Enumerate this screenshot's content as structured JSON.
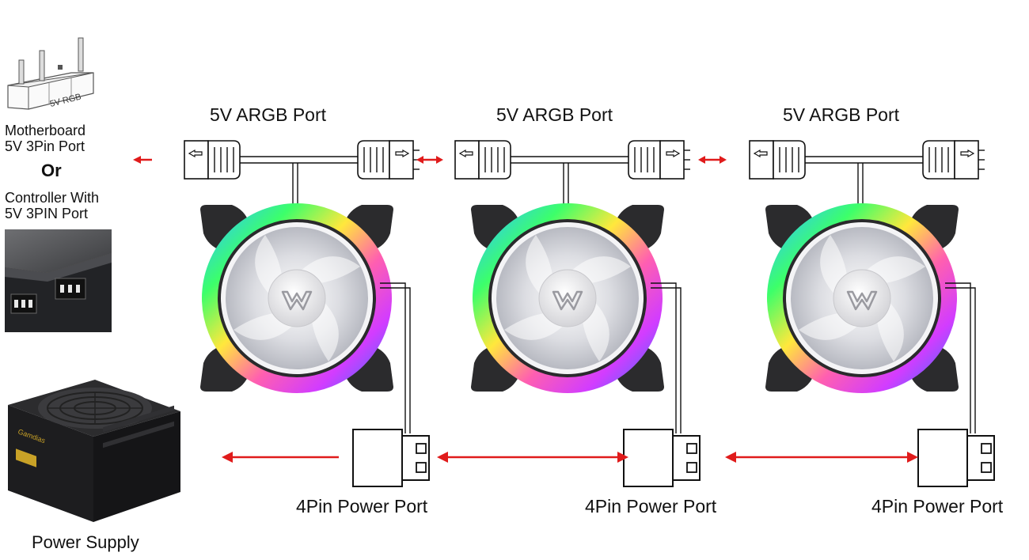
{
  "left_panel": {
    "header_silk": "5V RGB",
    "motherboard_line1": "Motherboard",
    "motherboard_line2": "5V 3Pin Port",
    "or_text": "Or",
    "controller_line1": "Controller With",
    "controller_line2": "5V 3PIN Port",
    "psu_label": "Power Supply",
    "psu_brand": "Gamdias"
  },
  "fans": [
    {
      "argb_label": "5V ARGB Port",
      "power_label": "4Pin Power Port"
    },
    {
      "argb_label": "5V ARGB Port",
      "power_label": "4Pin Power Port"
    },
    {
      "argb_label": "5V ARGB Port",
      "power_label": "4Pin Power Port"
    }
  ],
  "colors": {
    "arrow": "#e01b1b",
    "line": "#111111",
    "frame": "#2a2a2a",
    "hub": "#ececec"
  },
  "icons": {
    "fan": "rgb-fan-icon",
    "argb_connector": "argb-connector-icon",
    "power_connector": "molex-connector-icon",
    "psu": "power-supply-icon",
    "header": "rgb-header-icon"
  }
}
